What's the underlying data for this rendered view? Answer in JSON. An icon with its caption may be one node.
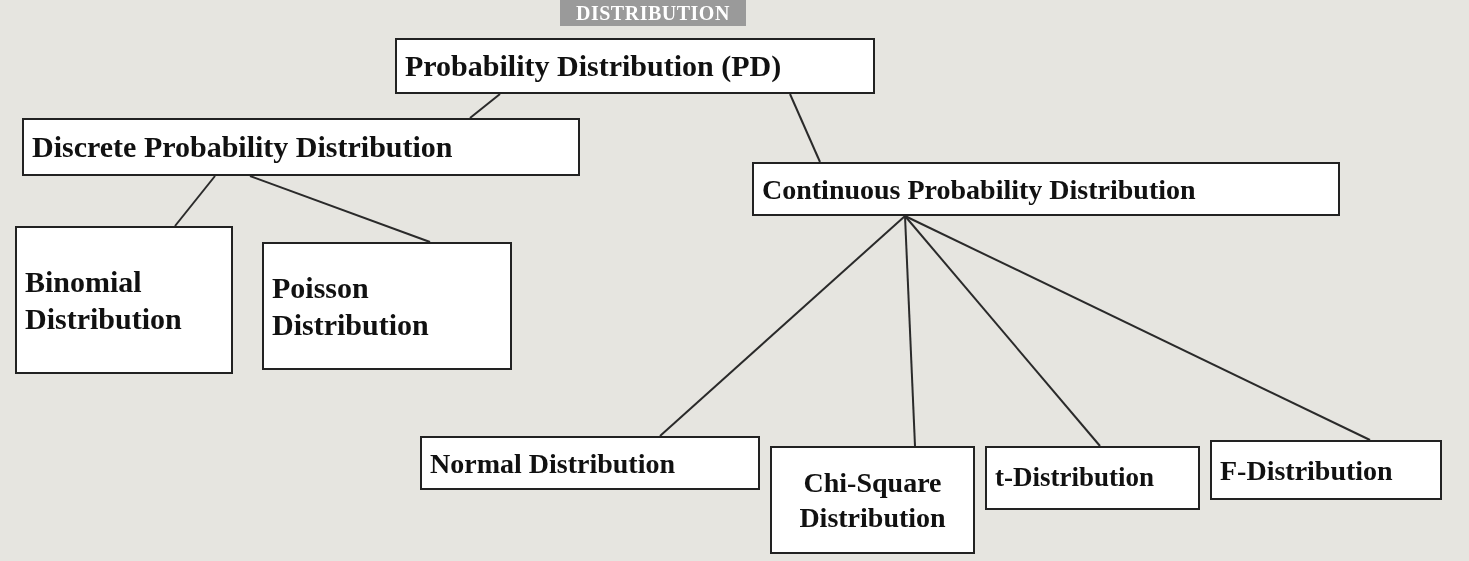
{
  "diagram": {
    "nodes": [
      {
        "text": [
          "Probability Distribution (PD)"
        ]
      },
      {
        "text": [
          "Discrete Probability Distribution"
        ]
      },
      {
        "text": [
          "Continuous Probability Distribution"
        ]
      },
      {
        "text": [
          "Binomial Distribution"
        ]
      },
      {
        "text": [
          "Poisson Distribution"
        ]
      },
      {
        "text": [
          "Normal Distribution"
        ]
      },
      {
        "text": [
          "Chi-Square Distribution"
        ]
      },
      {
        "text": [
          "t-Distribution"
        ]
      },
      {
        "text": [
          "F-Distribution"
        ]
      }
    ],
    "edges": [
      {
        "from": 0,
        "to": 1,
        "arrow": "none"
      },
      {
        "from": 0,
        "to": 2,
        "arrow": "none"
      },
      {
        "from": 1,
        "to": 3,
        "arrow": "none"
      },
      {
        "from": 1,
        "to": 4,
        "arrow": "none"
      },
      {
        "from": 2,
        "to": 5,
        "arrow": "none"
      },
      {
        "from": 2,
        "to": 6,
        "arrow": "none"
      },
      {
        "from": 2,
        "to": 7,
        "arrow": "none"
      },
      {
        "from": 2,
        "to": 8,
        "arrow": "none"
      }
    ],
    "labels": [
      "DISTRIBUTION"
    ]
  }
}
